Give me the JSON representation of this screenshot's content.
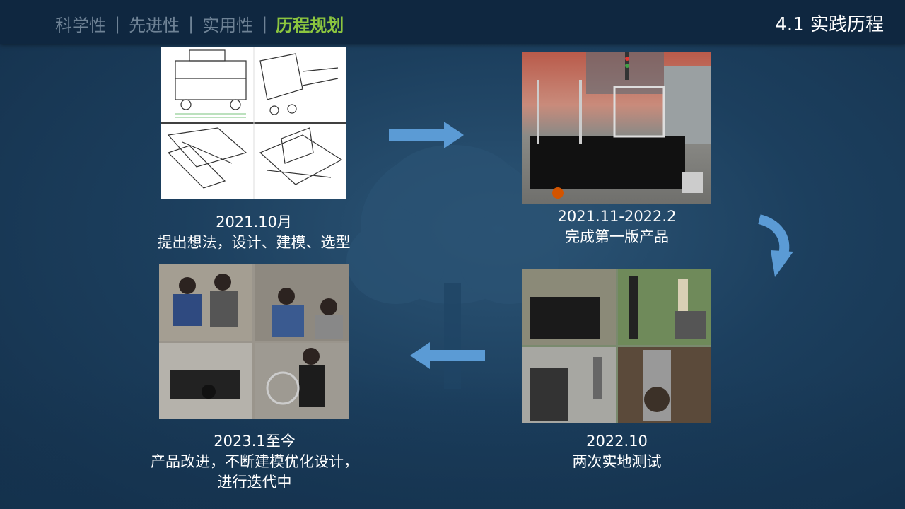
{
  "header": {
    "tabs": [
      {
        "label": "科学性",
        "active": false
      },
      {
        "label": "先进性",
        "active": false
      },
      {
        "label": "实用性",
        "active": false
      },
      {
        "label": "历程规划",
        "active": true
      }
    ],
    "separator": "|",
    "section_title": "4.1 实践历程"
  },
  "milestones": [
    {
      "date": "2021.10月",
      "desc": "提出想法，设计、建模、选型"
    },
    {
      "date": "2021.11-2022.2",
      "desc": "完成第一版产品"
    },
    {
      "date": "2022.10",
      "desc": "两次实地测试"
    },
    {
      "date": "2023.1至今",
      "desc": "产品改进，不断建模优化设计，",
      "desc2": "进行迭代中"
    }
  ],
  "colors": {
    "accent_green": "#8cc63f",
    "arrow_blue": "#5b9bd5",
    "inactive_tab": "#6f8396"
  }
}
